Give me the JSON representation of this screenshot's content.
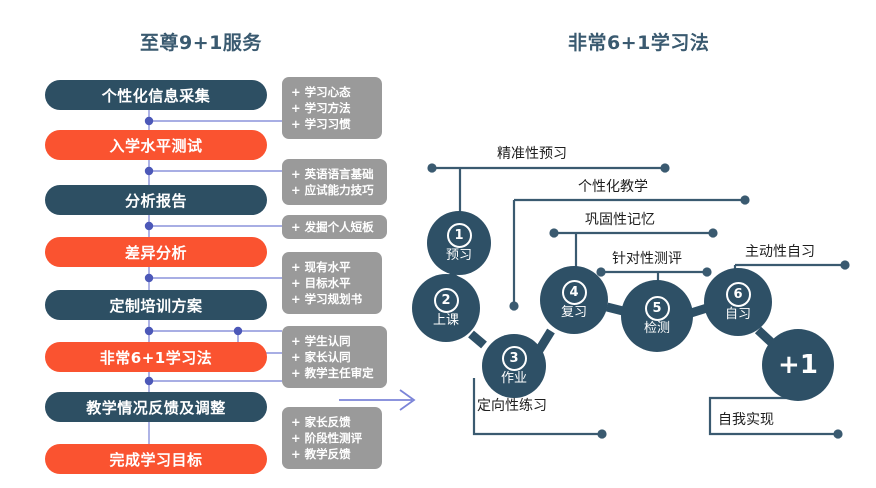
{
  "left": {
    "title": "至尊9+1服务",
    "steps": [
      {
        "label": "个性化信息采集",
        "style": "dark"
      },
      {
        "label": "入学水平测试",
        "style": "orange"
      },
      {
        "label": "分析报告",
        "style": "dark"
      },
      {
        "label": "差异分析",
        "style": "orange"
      },
      {
        "label": "定制培训方案",
        "style": "dark"
      },
      {
        "label": "非常6+1学习法",
        "style": "orange"
      },
      {
        "label": "教学情况反馈及调整",
        "style": "dark"
      },
      {
        "label": "完成学习目标",
        "style": "orange"
      }
    ],
    "notes": [
      {
        "lines": [
          "+ 学习心态",
          "+ 学习方法",
          "+ 学习习惯"
        ]
      },
      {
        "lines": [
          "+ 英语语言基础",
          "+ 应试能力技巧"
        ]
      },
      {
        "lines": [
          "+ 发掘个人短板"
        ]
      },
      {
        "lines": [
          "+ 现有水平",
          "+ 目标水平",
          "+ 学习规划书"
        ]
      },
      {
        "lines": [
          "+ 学生认同",
          "+ 家长认同",
          "+ 教学主任审定"
        ]
      },
      {
        "lines": [
          "+ 家长反馈",
          "+ 阶段性测评",
          "+ 教学反馈"
        ]
      }
    ]
  },
  "right": {
    "title": "非常6+1学习法",
    "nodes": [
      {
        "num": "1",
        "label": "预习"
      },
      {
        "num": "2",
        "label": "上课"
      },
      {
        "num": "3",
        "label": "作业"
      },
      {
        "num": "4",
        "label": "复习"
      },
      {
        "num": "5",
        "label": "检测"
      },
      {
        "num": "6",
        "label": "自习"
      },
      {
        "num": "+1",
        "label": ""
      }
    ],
    "labels": [
      "精准性预习",
      "个性化教学",
      "巩固性记忆",
      "针对性测评",
      "主动性自习",
      "定向性练习",
      "自我实现"
    ]
  },
  "colors": {
    "dark": "#2D4F63",
    "orange": "#FA5330",
    "note_gray": "#9A9A9A",
    "node_blue": "#2E5066",
    "title_blue": "#3A5A70",
    "wire_periwinkle": "#7B84D8",
    "wire_slate": "#3A5A70"
  },
  "arrow": {
    "name": "right-arrow"
  }
}
